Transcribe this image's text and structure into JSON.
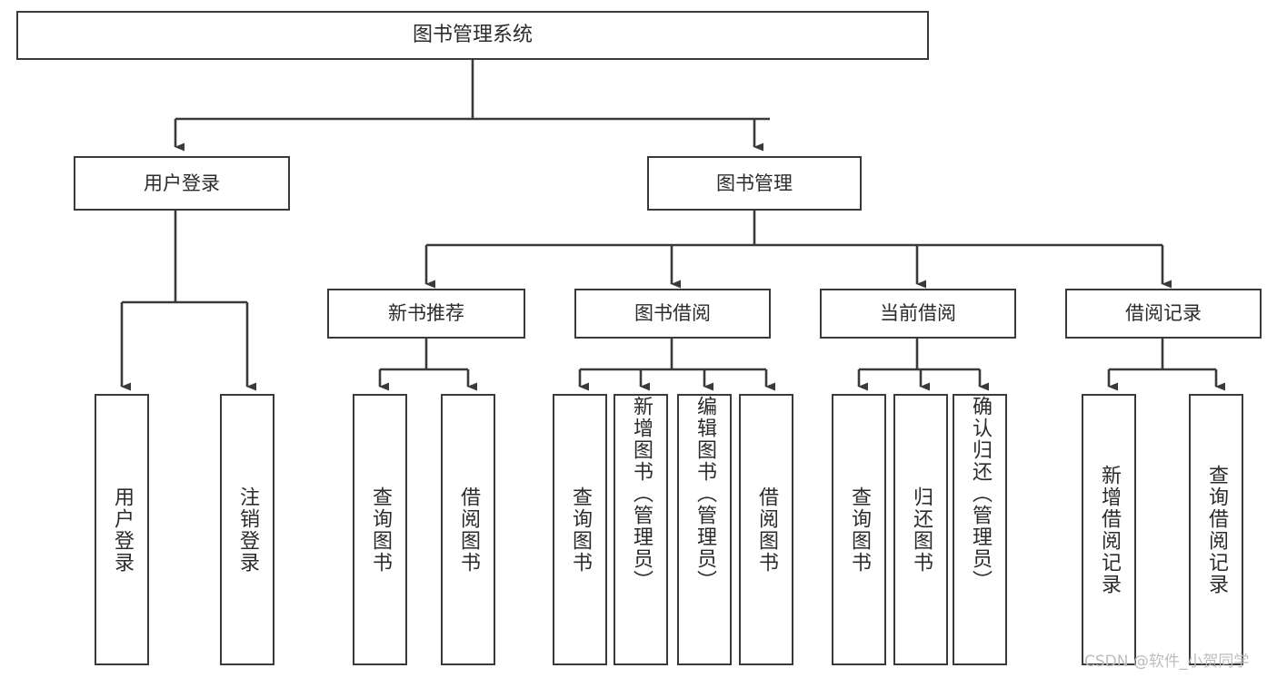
{
  "diagram": {
    "title": "图书管理系统",
    "type": "tree-hierarchy-chart",
    "orientation": "top-down",
    "colors": {
      "box_border": "#3a3a3a",
      "box_fill": "#ffffff",
      "edge": "#3a3a3a",
      "text": "#2b2b2b",
      "watermark": "#bdbdbd",
      "background": "#ffffff"
    },
    "root": {
      "id": "root",
      "label": "图书管理系统"
    },
    "tier2": [
      {
        "id": "user-login",
        "label": "用户登录"
      },
      {
        "id": "book-management",
        "label": "图书管理"
      }
    ],
    "tier3": [
      {
        "id": "new-book-recommend",
        "label": "新书推荐",
        "parent": "book-management"
      },
      {
        "id": "book-borrow",
        "label": "图书借阅",
        "parent": "book-management"
      },
      {
        "id": "current-borrow",
        "label": "当前借阅",
        "parent": "book-management"
      },
      {
        "id": "borrow-record",
        "label": "借阅记录",
        "parent": "book-management"
      }
    ],
    "leaves": [
      {
        "id": "leaf-user-login",
        "label": "用户登录",
        "parent": "user-login"
      },
      {
        "id": "leaf-logout",
        "label": "注销登录",
        "parent": "user-login"
      },
      {
        "id": "leaf-query-book-1",
        "label": "查询图书",
        "parent": "new-book-recommend"
      },
      {
        "id": "leaf-borrow-book-1",
        "label": "借阅图书",
        "parent": "new-book-recommend"
      },
      {
        "id": "leaf-query-book-2",
        "label": "查询图书",
        "parent": "book-borrow"
      },
      {
        "id": "leaf-add-book",
        "label": "新增图书（管理员）",
        "parent": "book-borrow"
      },
      {
        "id": "leaf-edit-book",
        "label": "编辑图书（管理员）",
        "parent": "book-borrow"
      },
      {
        "id": "leaf-borrow-book-2",
        "label": "借阅图书",
        "parent": "book-borrow"
      },
      {
        "id": "leaf-query-book-3",
        "label": "查询图书",
        "parent": "current-borrow"
      },
      {
        "id": "leaf-return-book",
        "label": "归还图书",
        "parent": "current-borrow"
      },
      {
        "id": "leaf-confirm-return",
        "label": "确认归还（管理员）",
        "parent": "current-borrow"
      },
      {
        "id": "leaf-add-record",
        "label": "新增借阅记录",
        "parent": "borrow-record"
      },
      {
        "id": "leaf-query-record",
        "label": "查询借阅记录",
        "parent": "borrow-record"
      }
    ],
    "watermark": "CSDN @软件_小贺同学"
  }
}
